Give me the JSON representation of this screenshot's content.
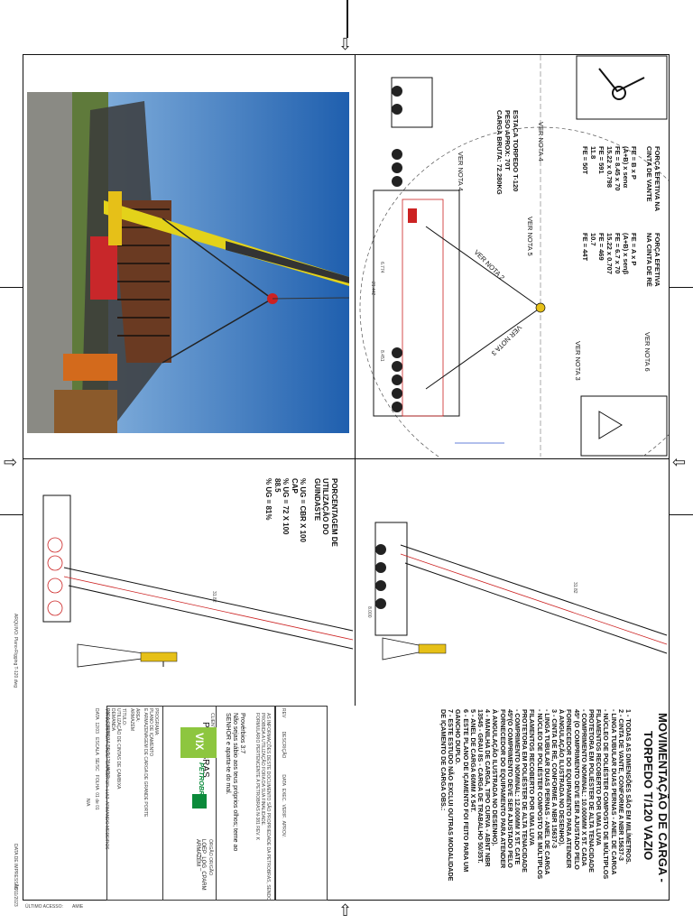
{
  "main_title": [
    "MOVIMENTAÇÃO DE CARGA -",
    "TORPEDO T/120 VAZIO"
  ],
  "notes": [
    "1 - TODAS AS DIMENSÕES SÃO EM MILÍMETROS.",
    "2 - CINTA DE VANTE, CONFORME A NBR 15637-3",
    "- LINGA TUBULAR DUAS PERNAS - ANEL DE CARGA",
    "- NÚCLEO DE POLIÉSTER COMPOSTO DE MÚLTIPLOS",
    "FILAMENTOS RECOBERTO POR UMA LUVA",
    "PROTETORA EM POLIÉSTER DE ALTA TENACIDADE",
    "- COMPRIMENTO NOMINAL: 10.000MM X 5T. CADA",
    "45º (O COMPRIMENTO DEVE SER AJUSTADO PELO",
    "FORNECEDOR DO EQUIPAMENTO PARA ATENDER",
    "À ANGULAÇÃO ILUSTRADA NO DESENHO).",
    "3 - CINTA DE RÉ, CONFORME A NBR 15637-3",
    "- LINGA TUBULAR DUAS PERNAS - ANEL DE CARGA",
    "- NÚCLEO DE POLIÉSTER COMPOSTO DE MÚLTIPLOS",
    "FILAMENTOS RECOBERTO POR UMA LUVA",
    "PROTETORA EM POLIÉSTER DE ALTA TENACIDADE",
    "- COMPRIMENTO NOMINAL: 12.000MM X 5T. CATE",
    "45º(O COMPRIMENTO DEVE SER AJUSTADO PELO",
    "FORNECEDOR DO EQUIPAMENTO PARA ATENDER",
    "À ANGULAÇÃO ILUSTRADA NO DESENHO).",
    "4 - MANILHA DE CARGA, TIPO CURVA - ABNT NBR",
    "13545 - GRAU 8S - CARGA DE TRABALHO 50/35T.",
    "5 - ANEL DE CARGA 60MM X 54T.",
    "6 - ESTE PLANO DE IÇAMENTO FOI FEITO PARA UM",
    "GANCHO DUPLO.",
    "7 - ESTE ESTUDO NÃO EXCLUI OUTRAS MODALIDADE",
    "DE IÇAMENTO DE CARGA OBS.:"
  ],
  "forces": {
    "vante_title": [
      "FORÇA EFETIVA NA",
      "CINTA DE VANTE"
    ],
    "vante_formula": [
      "FE =   B x P",
      "        (A+B) x senα",
      "FE = 8.45 x 70",
      "        15.22 x 0.798",
      "FE =  591",
      "        11.8",
      "FE = 50T"
    ],
    "re_title": [
      "FORÇA EFETIVA",
      "NA CINTA DE RÉ"
    ],
    "re_formula": [
      "FE =   A x P",
      "        (A+B) x senβ",
      "FE =   6.7 x 70",
      "        15.22 x 0.707",
      "FE =  469",
      "        10.7",
      "FE = 44T"
    ]
  },
  "load_info": [
    "ESTACA TORPEDO T-120",
    "PESO APROX: 70T",
    "CARGA BRUTA: 72.280KG"
  ],
  "callouts": [
    "VER NOTA 4",
    "VER NOTA 4",
    "VER NOTA 5",
    "VER NOTA 2",
    "VER NOTA 3",
    "VER NOTA 3",
    "VER NOTA 6"
  ],
  "dimensions": [
    "6.774",
    "21.442",
    "8.451",
    "31.82",
    "31.82",
    "8.000"
  ],
  "crane_usage": {
    "title": [
      "PORCENTAGEM DE",
      "UTILIZAÇÃO DO",
      "GUINDASTE"
    ],
    "lines": [
      "% UG = CBR  X 100",
      "           CAP",
      "% UG = 72  X 100",
      "           88.5",
      "% UG = 81%"
    ]
  },
  "title_block": {
    "rev_headers": [
      "REV",
      "DESCRIÇÃO",
      "DATA",
      "EXEC.",
      "VERIF.",
      "APROV."
    ],
    "confidential": [
      "AS INFORMAÇÕES DESTE DOCUMENTO SÃO PROPRIEDADE DA PETROBRAS, SENDO",
      "PROIBIDA A UTILIZAÇÃO FORA DA SUA FINALIDADE.",
      "FORMULÁRIO PERTENCENTE À PETROBRAS N-381 REV. K"
    ],
    "proverb": [
      "Provérbios 3:7",
      "Não sejas sábio aos teus próprios olhos; teme ao",
      "SENHOR e aparta-te do mal."
    ],
    "cliente_label": "CLIENTE:",
    "cliente": "PETROBRAS",
    "petrobras_logo": "PETROBRAS",
    "vix_logo": "VIX",
    "programa_label": "PROGRAMA:",
    "programa": [
      "PLANO DE IÇAMENTO",
      "E ARMAZENAGEM DE CARGA DE GRANDE PORTE"
    ],
    "area_label": "ÁREA:",
    "area": "ARMAZÉM",
    "titulo_label": "TÍTULO:",
    "titulo": [
      "UTILIZAÇÃO DE CINTAS DE ÇAMBIXA",
      "DEMANDA",
      "PARA CARREGA DE T-120 VAZIO"
    ],
    "fields": [
      "VIX LOGÍSTICA",
      "EXEC.",
      "EXPEDITOR: LUIZ",
      "ARMANDO MEDEIROS",
      "DATA",
      "12/03",
      "ESCALA",
      "SE/SC",
      "FOLHA",
      "01 de 01",
      "N/A"
    ],
    "orgao_label": "ÓRGÃO OR/GÃO",
    "orgao": [
      "LOEP_LOG_CPARM",
      "ARMAZÉM"
    ],
    "file": "ARQUIVO: Plano-Rigging T-120.dwg",
    "data_impressao": "DATA DE IMPRESSÃO",
    "numbers": [
      "08/11/2023"
    ],
    "last_access": "ÚLTIMO ACESSO:",
    "last_access_value": "AMIE"
  }
}
